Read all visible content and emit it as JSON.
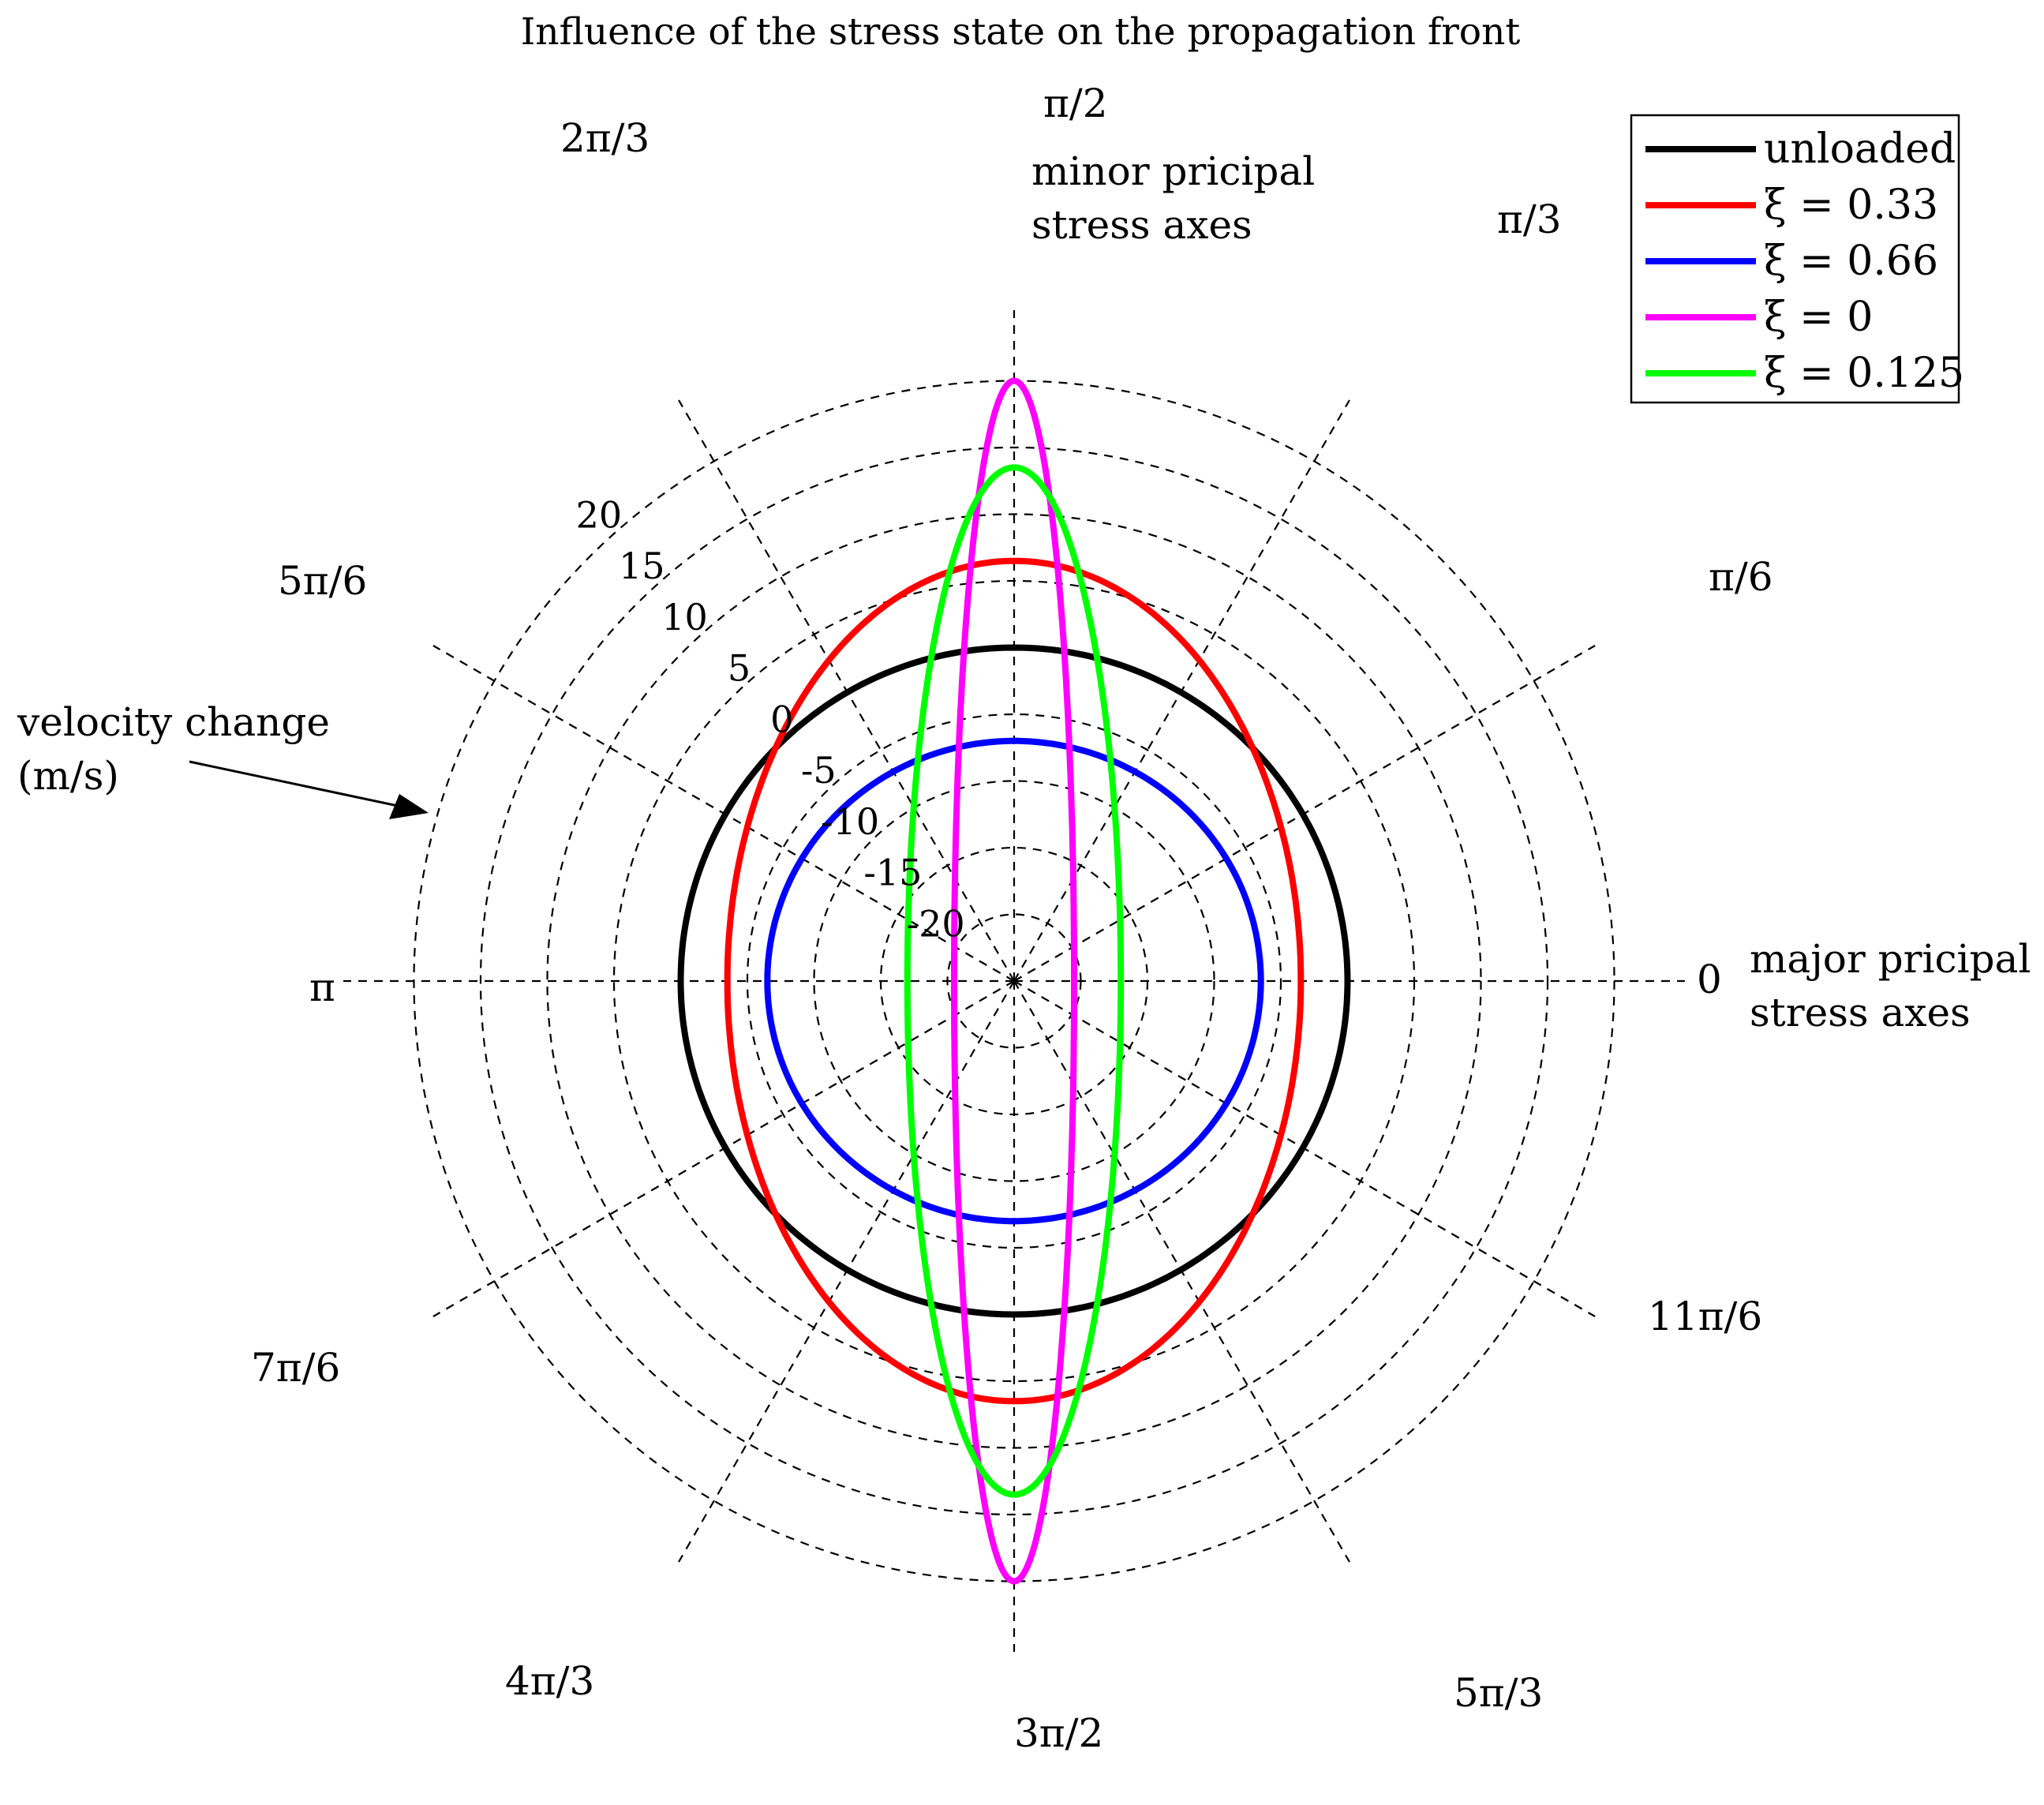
{
  "chart_data": {
    "type": "polar-line",
    "title": "Influence of the stress state on the propagation front",
    "radial_axis": {
      "label_lines": [
        "velocity change",
        "(m/s)"
      ],
      "ticks": [
        -20,
        -15,
        -10,
        -5,
        0,
        5,
        10,
        15,
        20
      ],
      "range": [
        -25,
        20
      ]
    },
    "angular_axis": {
      "ticks": [
        {
          "angle_deg": 0,
          "label": "0"
        },
        {
          "angle_deg": 30,
          "label": "π/6"
        },
        {
          "angle_deg": 60,
          "label": "π/3"
        },
        {
          "angle_deg": 90,
          "label": "π/2"
        },
        {
          "angle_deg": 120,
          "label": "2π/3"
        },
        {
          "angle_deg": 150,
          "label": "5π/6"
        },
        {
          "angle_deg": 180,
          "label": "π"
        },
        {
          "angle_deg": 210,
          "label": "7π/6"
        },
        {
          "angle_deg": 240,
          "label": "4π/3"
        },
        {
          "angle_deg": 270,
          "label": "3π/2"
        },
        {
          "angle_deg": 300,
          "label": "5π/3"
        },
        {
          "angle_deg": 330,
          "label": "11π/6"
        }
      ]
    },
    "annotations": {
      "major_axis_lines": [
        "major pricipal",
        "stress axes"
      ],
      "minor_axis_lines": [
        "minor pricipal",
        "stress axes"
      ]
    },
    "grid": true,
    "legend_position": "top-right",
    "series": [
      {
        "name": "unloaded",
        "color": "#000000",
        "values_at_0": 0,
        "values_at_90": 0
      },
      {
        "name": "ξ = 0.33",
        "color": "#ff0000",
        "values_at_0": -3.5,
        "values_at_90": 6.5
      },
      {
        "name": "ξ = 0.66",
        "color": "#0000ff",
        "values_at_0": -6.5,
        "values_at_90": -7.0
      },
      {
        "name": "ξ = 0",
        "color": "#ff00ff",
        "values_at_0": -20.5,
        "values_at_90": 20.0
      },
      {
        "name": "ξ = 0.125",
        "color": "#00ff00",
        "values_at_0": -17.0,
        "values_at_90": 13.5
      }
    ]
  }
}
